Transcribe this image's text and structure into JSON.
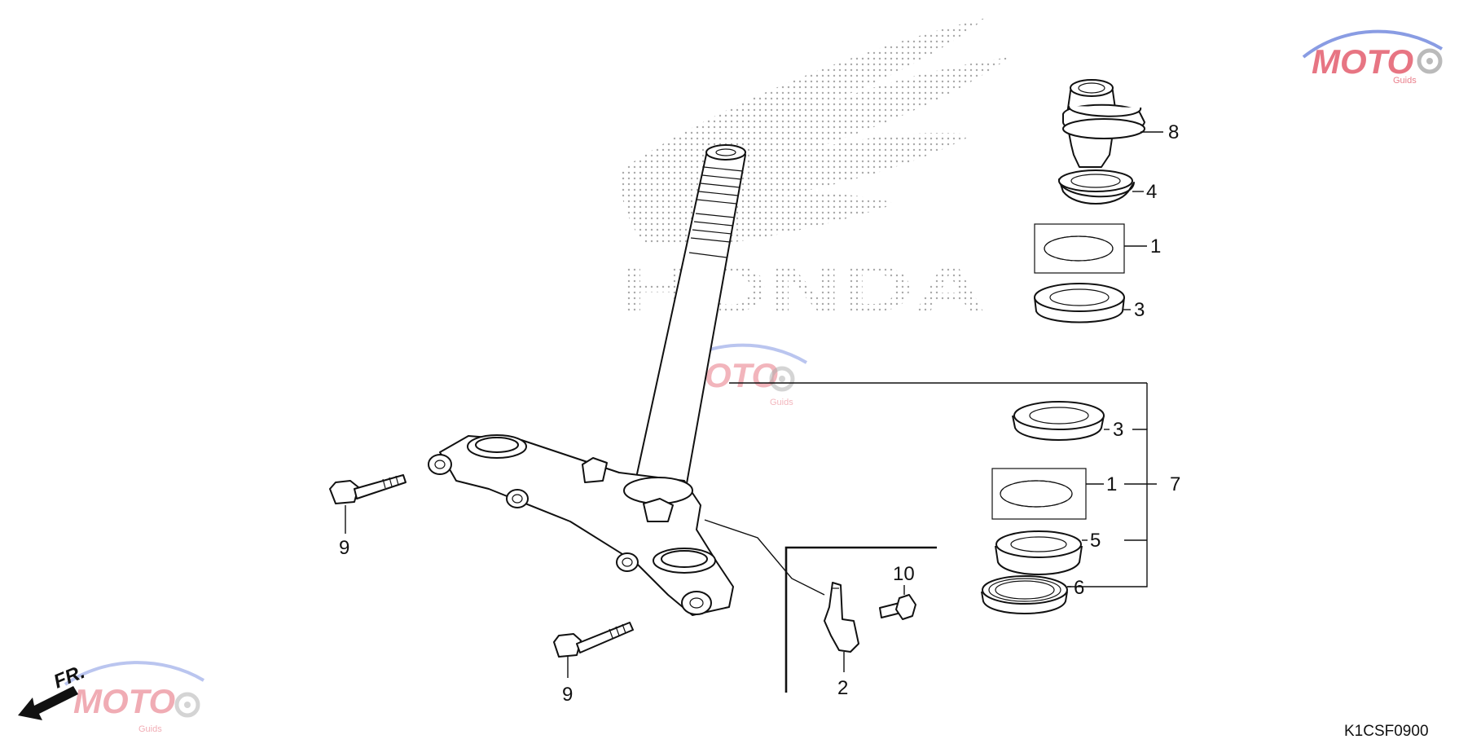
{
  "diagram": {
    "callouts": {
      "c1a": "1",
      "c1b": "1",
      "c2": "2",
      "c3a": "3",
      "c3b": "3",
      "c4": "4",
      "c5": "5",
      "c6": "6",
      "c7": "7",
      "c8": "8",
      "c9a": "9",
      "c9b": "9",
      "c10": "10"
    },
    "diagram_code": "K1CSF0900",
    "direction_label": "FR.",
    "background_brand": "HONDA",
    "watermark": {
      "text": "MOTO",
      "subtext": "Guids"
    },
    "colors": {
      "ink": "#111111",
      "watermark_red": "#e0485a",
      "watermark_blue": "#3a5ad0",
      "wing_gray": "#9a9a9a"
    }
  }
}
